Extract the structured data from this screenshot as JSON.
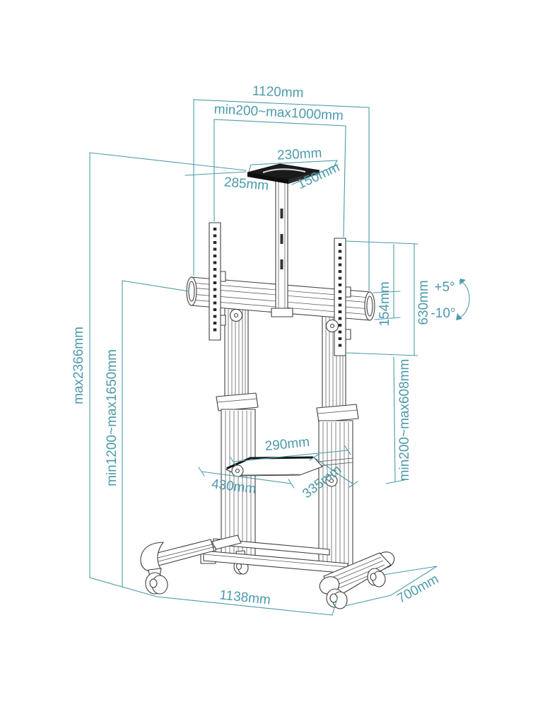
{
  "colors": {
    "dimension": "#4C9AAB",
    "outline": "#3f3f3f",
    "plate_fill": "#1b1b1b",
    "background": "#ffffff"
  },
  "labels": {
    "top_width": "1120mm",
    "mount_range": "min200~max1000mm",
    "plate_width": "230mm",
    "plate_left": "285mm",
    "plate_right": "150mm",
    "total_height": "max2366mm",
    "height_range": "min1200~max1650mm",
    "bar_height": "154mm",
    "bracket_height": "630mm",
    "lower_range": "min200~max608mm",
    "tilt_up": "+5°",
    "tilt_down": "-10°",
    "shelf_width": "290mm",
    "shelf_outer": "430mm",
    "shelf_depth": "335mm",
    "base_width": "1138mm",
    "base_depth": "700mm"
  }
}
